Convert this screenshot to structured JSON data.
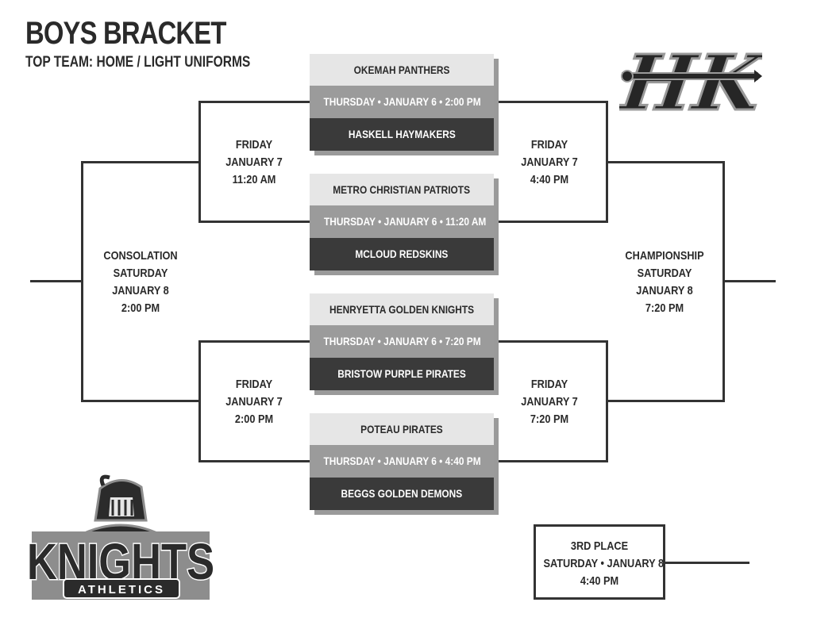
{
  "header": {
    "title": "BOYS BRACKET",
    "subtitle": "TOP TEAM: HOME / LIGHT UNIFORMS"
  },
  "games": [
    {
      "home": "OKEMAH PANTHERS",
      "time": "THURSDAY • JANUARY 6 • 2:00 PM",
      "away": "HASKELL HAYMAKERS"
    },
    {
      "home": "METRO CHRISTIAN PATRIOTS",
      "time": "THURSDAY • JANUARY 6 • 11:20 AM",
      "away": "MCLOUD REDSKINS"
    },
    {
      "home": "HENRYETTA GOLDEN KNIGHTS",
      "time": "THURSDAY • JANUARY 6 • 7:20 PM",
      "away": "BRISTOW PURPLE PIRATES"
    },
    {
      "home": "POTEAU PIRATES",
      "time": "THURSDAY • JANUARY 6 • 4:40 PM",
      "away": "BEGGS GOLDEN DEMONS"
    }
  ],
  "rounds": {
    "left_top": [
      "FRIDAY",
      "JANUARY 7",
      "11:20 AM"
    ],
    "left_bottom": [
      "FRIDAY",
      "JANUARY 7",
      "2:00 PM"
    ],
    "right_top": [
      "FRIDAY",
      "JANUARY 7",
      "4:40 PM"
    ],
    "right_bottom": [
      "FRIDAY",
      "JANUARY 7",
      "7:20 PM"
    ],
    "consolation": [
      "CONSOLATION",
      "SATURDAY",
      "JANUARY 8",
      "2:00 PM"
    ],
    "championship": [
      "CHAMPIONSHIP",
      "SATURDAY",
      "JANUARY 8",
      "7:20 PM"
    ],
    "third_place": [
      "3RD PLACE",
      "SATURDAY • JANUARY 8",
      "4:40 PM"
    ]
  },
  "logos": {
    "hk_monogram": "HK",
    "knights": "KNIGHTS",
    "athletics": "ATHLETICS"
  }
}
